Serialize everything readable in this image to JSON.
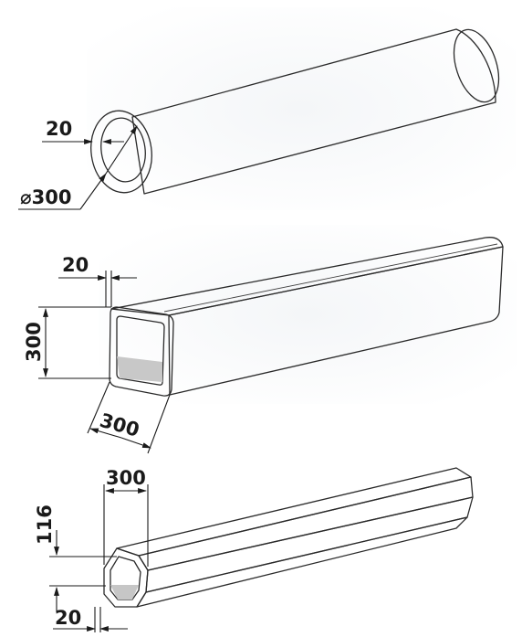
{
  "figures": [
    {
      "id": "round-tube",
      "dimensions": {
        "wall": "20",
        "diameter": "⌀300"
      }
    },
    {
      "id": "square-tube",
      "dimensions": {
        "wall": "20",
        "height": "300",
        "width": "300"
      }
    },
    {
      "id": "octagonal-tube",
      "dimensions": {
        "width": "300",
        "side": "116",
        "wall": "20"
      }
    }
  ],
  "colors": {
    "steel_light": "#e6e6e6",
    "steel_mid": "#b4b4b4",
    "steel_dark": "#6e6e6e",
    "background_haze": "#eef0f3"
  }
}
